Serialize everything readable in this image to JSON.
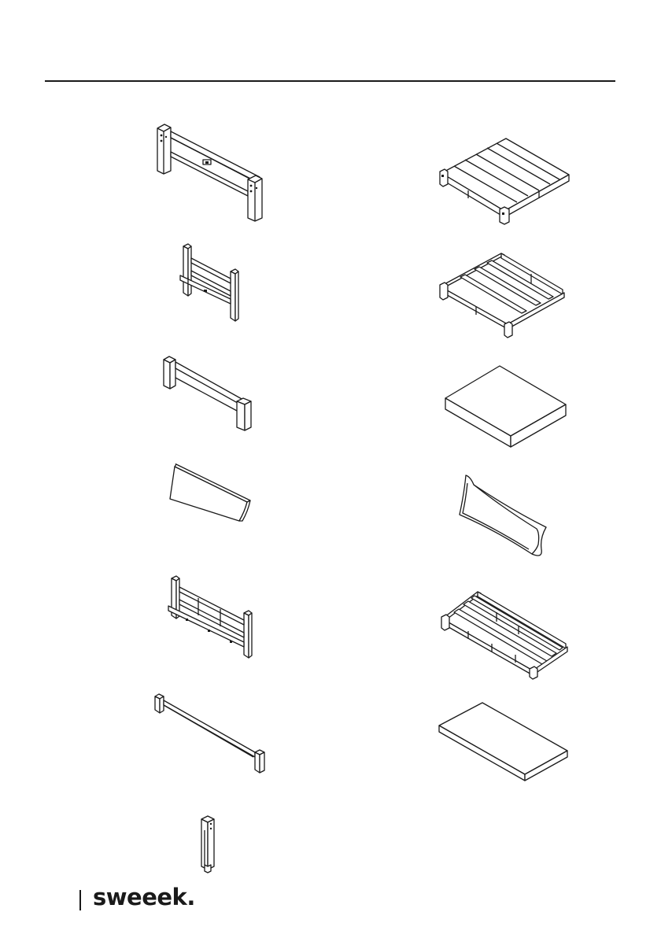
{
  "brand": {
    "logo_text": "sweeek."
  },
  "colors": {
    "line": "#1a1a1a",
    "background": "#ffffff"
  },
  "parts": {
    "left": [
      "headboard-frame-with-legs",
      "small-slatted-end-frame",
      "footboard-frame",
      "headboard-cushion",
      "wide-slatted-end-frame",
      "long-rail-with-posts",
      "center-support-leg"
    ],
    "right": [
      "assembled-slatted-bed-base",
      "open-slatted-bed-base",
      "thick-mattress",
      "cushion-pillow",
      "long-slatted-bed-base",
      "thin-mattress"
    ]
  }
}
